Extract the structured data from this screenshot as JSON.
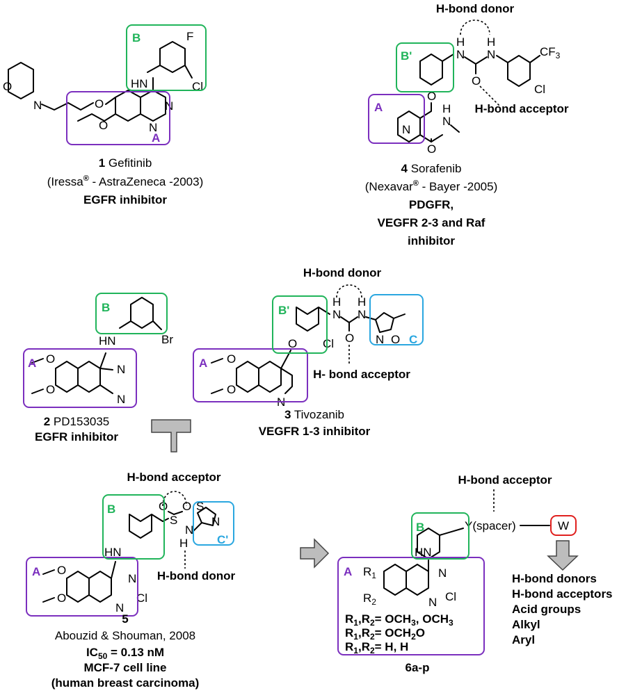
{
  "compound1": {
    "number": "1",
    "name": "Gefitinib",
    "origin_prefix": "(Iressa",
    "origin_mark": "®",
    "origin_suffix": " - AstraZeneca -2003)",
    "target": "EGFR inhibitor",
    "region_a": "A",
    "region_b": "B",
    "atoms": {
      "o_ring": "O",
      "n_ring": "N",
      "o_ether": "O",
      "o_methoxy": "O",
      "hn": "HN",
      "f": "F",
      "cl": "Cl",
      "n1": "N",
      "n2": "N"
    }
  },
  "compound4": {
    "number": "4",
    "name": "Sorafenib",
    "origin_prefix": "(Nexavar",
    "origin_mark": "®",
    "origin_suffix": " - Bayer -2005)",
    "target_lines": [
      "PDGFR,",
      "VEGFR 2-3 and Raf",
      "inhibitor"
    ],
    "region_a": "A",
    "region_b": "B'",
    "donor_label": "H-bond donor",
    "acceptor_label": "H-bond acceptor",
    "atoms": {
      "h1": "H",
      "n1": "N",
      "h2": "H",
      "n2": "N",
      "cf3": "CF",
      "cf3_sub": "3",
      "o_urea": "O",
      "cl": "Cl",
      "o_ether": "O",
      "n_py": "N",
      "h_amide": "H",
      "n_amide": "N",
      "o_amide": "O"
    }
  },
  "compound2": {
    "number": "2",
    "name": "PD153035",
    "target": "EGFR inhibitor",
    "region_a": "A",
    "region_b": "B",
    "atoms": {
      "hn": "HN",
      "br": "Br",
      "o1": "O",
      "o2": "O",
      "n1": "N",
      "n2": "N"
    }
  },
  "compound3": {
    "number": "3",
    "name": "Tivozanib",
    "target": "VEGFR 1-3 inhibitor",
    "region_a": "A",
    "region_b": "B'",
    "region_c": "C",
    "donor_label": "H-bond donor",
    "acceptor_label": "H- bond acceptor",
    "atoms": {
      "h1": "H",
      "n1": "N",
      "h2": "H",
      "n2": "N",
      "o_urea": "O",
      "cl": "Cl",
      "o_ether": "O",
      "n_iso": "N",
      "o_iso": "O",
      "o1": "O",
      "o2": "O",
      "n_q": "N"
    }
  },
  "compound5": {
    "number": "5",
    "reference": "Abouzid & Shouman, 2008",
    "ic50_prefix": "IC",
    "ic50_sub": "50",
    "ic50_value": " = 0.13 nM",
    "cell_line": "MCF-7 cell line",
    "cell_desc": "(human breast carcinoma)",
    "region_a": "A",
    "region_b": "B",
    "region_c": "C'",
    "acceptor_label": "H-bond acceptor",
    "donor_label": "H-bond donor",
    "atoms": {
      "o1": "O",
      "o2": "O",
      "s": "S",
      "s_thz": "S",
      "n_thz": "N",
      "n_sulf": "N",
      "h_sulf": "H",
      "hn": "HN",
      "om1": "O",
      "om2": "O",
      "n1": "N",
      "n2": "N",
      "cl": "Cl"
    }
  },
  "compound6": {
    "number": "6a-p",
    "region_a": "A",
    "region_b": "B",
    "acceptor_label": "H-bond acceptor",
    "spacer": "Y(spacer)",
    "w": "W",
    "r1": "R",
    "r1_sub": "1",
    "r2": "R",
    "r2_sub": "2",
    "hn": "HN",
    "n1": "N",
    "n2": "N",
    "cl": "Cl",
    "substituents": [
      {
        "a": "R",
        "a_sub": "1",
        "b": ",R",
        "b_sub": "2",
        "value": "= OCH",
        "value_sub": "3",
        "value2": ", OCH",
        "value2_sub": "3",
        "tail": ""
      },
      {
        "a": "R",
        "a_sub": "1",
        "b": ",R",
        "b_sub": "2",
        "value": "= OCH",
        "value_sub": "2",
        "value2": "O",
        "value2_sub": "",
        "tail": ""
      },
      {
        "a": "R",
        "a_sub": "1",
        "b": ",R",
        "b_sub": "2",
        "value": "= H, H",
        "value_sub": "",
        "value2": "",
        "value2_sub": "",
        "tail": ""
      }
    ],
    "w_options": [
      "H-bond donors",
      "H-bond acceptors",
      "Acid groups",
      "Alkyl",
      "Aryl"
    ]
  },
  "colors": {
    "region_a": "#7b2fbe",
    "region_b": "#20b45a",
    "region_c": "#2aa7e0",
    "w_box": "#e0201e",
    "arrow": "#bdbdbd"
  }
}
